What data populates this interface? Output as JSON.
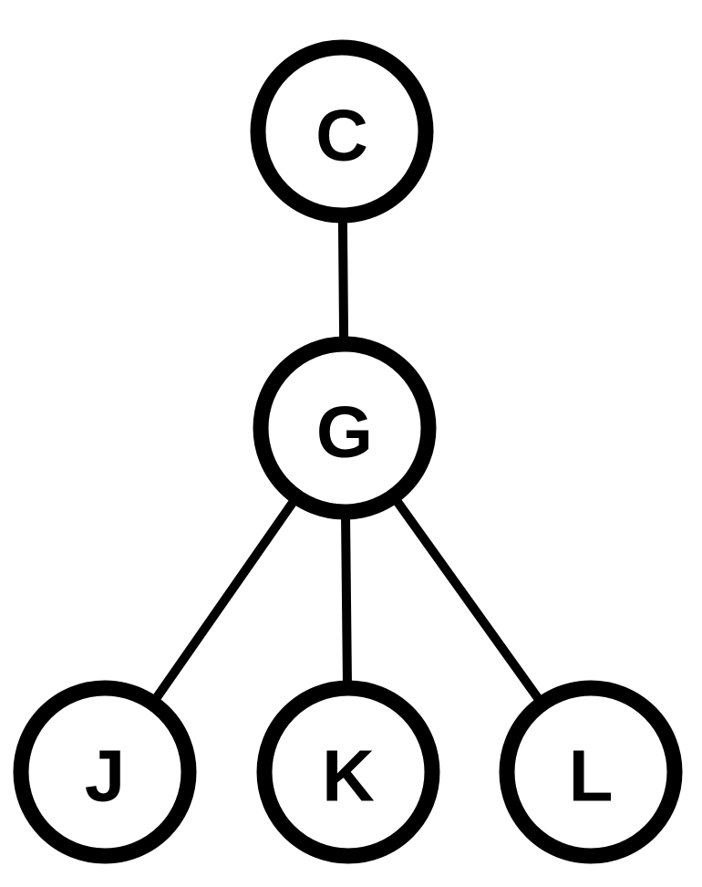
{
  "tree": {
    "nodes": [
      {
        "id": "C",
        "label": "C"
      },
      {
        "id": "G",
        "label": "G"
      },
      {
        "id": "J",
        "label": "J"
      },
      {
        "id": "K",
        "label": "K"
      },
      {
        "id": "L",
        "label": "L"
      }
    ],
    "edges": [
      {
        "from": "C",
        "to": "G"
      },
      {
        "from": "G",
        "to": "J"
      },
      {
        "from": "G",
        "to": "K"
      },
      {
        "from": "G",
        "to": "L"
      }
    ],
    "stroke_color": "#000000",
    "fill_color": "#ffffff"
  }
}
